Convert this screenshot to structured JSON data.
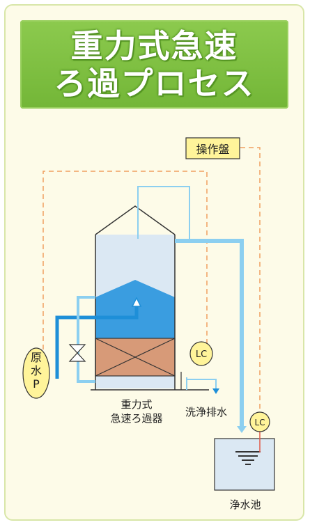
{
  "title": {
    "line1": "重力式急速",
    "line2": "ろ過プロセス"
  },
  "labels": {
    "control_panel": "操作盤",
    "raw_water_pump": [
      "原",
      "水",
      "P"
    ],
    "filter": [
      "重力式",
      "急速ろ過器"
    ],
    "backwash_drain": "洗浄排水",
    "purified_water_tank": "浄水池",
    "level_controller": "LC"
  },
  "colors": {
    "title_green": "#7cbf3f",
    "panel_bg": "#fdfbe8",
    "pipe_blue": "#8ccff0",
    "pipe_blue_dark": "#1e8fd8",
    "signal_line": "#f0a060",
    "filter_media": "#d79a78",
    "water": "#dbe8f3",
    "label_yellow": "#fff49a"
  }
}
